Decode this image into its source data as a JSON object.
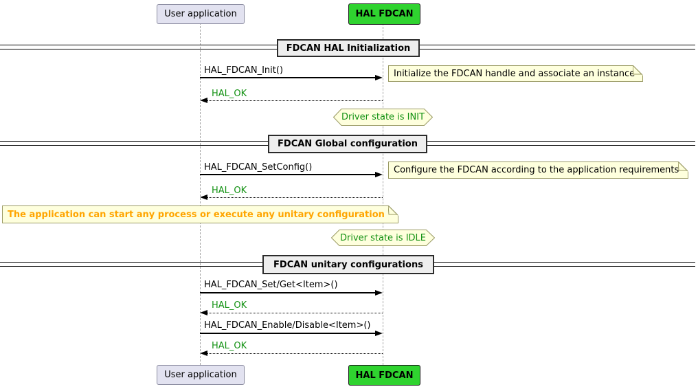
{
  "participants": [
    {
      "label": "User application"
    },
    {
      "label": "HAL FDCAN"
    }
  ],
  "dividers": [
    {
      "label": "FDCAN HAL Initialization"
    },
    {
      "label": "FDCAN Global configuration"
    },
    {
      "label": "FDCAN unitary configurations"
    }
  ],
  "messages": [
    {
      "label": "HAL_FDCAN_Init()",
      "type": "call"
    },
    {
      "label": "HAL_OK",
      "type": "return"
    },
    {
      "label": "HAL_FDCAN_SetConfig()",
      "type": "call"
    },
    {
      "label": "HAL_OK",
      "type": "return"
    },
    {
      "label": "HAL_FDCAN_Set/Get<Item>()",
      "type": "call"
    },
    {
      "label": "HAL_OK",
      "type": "return"
    },
    {
      "label": "HAL_FDCAN_Enable/Disable<Item>()",
      "type": "call"
    },
    {
      "label": "HAL_OK",
      "type": "return"
    }
  ],
  "notes": [
    {
      "text": "Initialize the FDCAN handle and associate an instance",
      "style": "normal"
    },
    {
      "text": "Configure the FDCAN according to the application requirements",
      "style": "normal"
    },
    {
      "text": "The application can start any process or execute any unitary configuration",
      "style": "orange-bold"
    }
  ],
  "states": [
    {
      "text": "Driver state is INIT"
    },
    {
      "text": "Driver state is IDLE"
    }
  ],
  "colors": {
    "participant_user_fill": "#e2e2f0",
    "participant_hal_fill": "#2fd32f",
    "note_fill": "#feffdd",
    "note_border": "#9a9a64",
    "divider_fill": "#eeeeee",
    "green_text": "#129112",
    "orange_text": "#ffa500"
  }
}
